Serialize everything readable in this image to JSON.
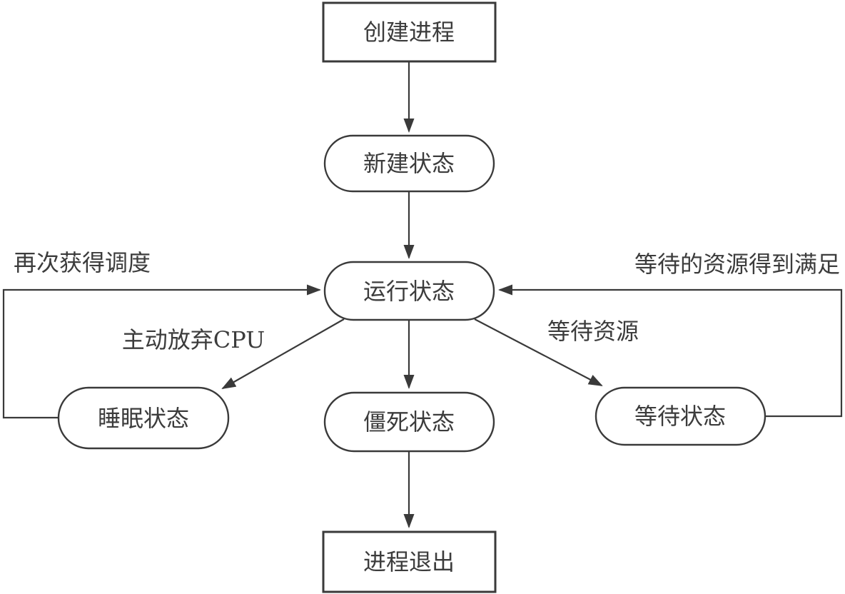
{
  "diagram": {
    "kind": "flowchart",
    "subject": "process-state-transition",
    "colors": {
      "background": "#ffffff",
      "stroke": "#3a3a3a",
      "text": "#3c3c3c"
    },
    "nodes": [
      {
        "id": "create-process",
        "shape": "rectangle",
        "label": "创建进程"
      },
      {
        "id": "new-state",
        "shape": "stadium",
        "label": "新建状态"
      },
      {
        "id": "running-state",
        "shape": "stadium",
        "label": "运行状态"
      },
      {
        "id": "sleep-state",
        "shape": "stadium",
        "label": "睡眠状态"
      },
      {
        "id": "zombie-state",
        "shape": "stadium",
        "label": "僵死状态"
      },
      {
        "id": "waiting-state",
        "shape": "stadium",
        "label": "等待状态"
      },
      {
        "id": "process-exit",
        "shape": "rectangle",
        "label": "进程退出"
      }
    ],
    "edges": [
      {
        "from": "create-process",
        "to": "new-state",
        "label": ""
      },
      {
        "from": "new-state",
        "to": "running-state",
        "label": ""
      },
      {
        "from": "running-state",
        "to": "sleep-state",
        "label": "主动放弃CPU"
      },
      {
        "from": "running-state",
        "to": "zombie-state",
        "label": ""
      },
      {
        "from": "running-state",
        "to": "waiting-state",
        "label": "等待资源"
      },
      {
        "from": "zombie-state",
        "to": "process-exit",
        "label": ""
      },
      {
        "from": "sleep-state",
        "to": "running-state",
        "label": "再次获得调度"
      },
      {
        "from": "waiting-state",
        "to": "running-state",
        "label": "等待的资源得到满足"
      }
    ],
    "edge_labels": {
      "reschedule": "再次获得调度",
      "yield_cpu": "主动放弃CPU",
      "wait_resource": "等待资源",
      "resource_satisfied": "等待的资源得到满足"
    }
  }
}
